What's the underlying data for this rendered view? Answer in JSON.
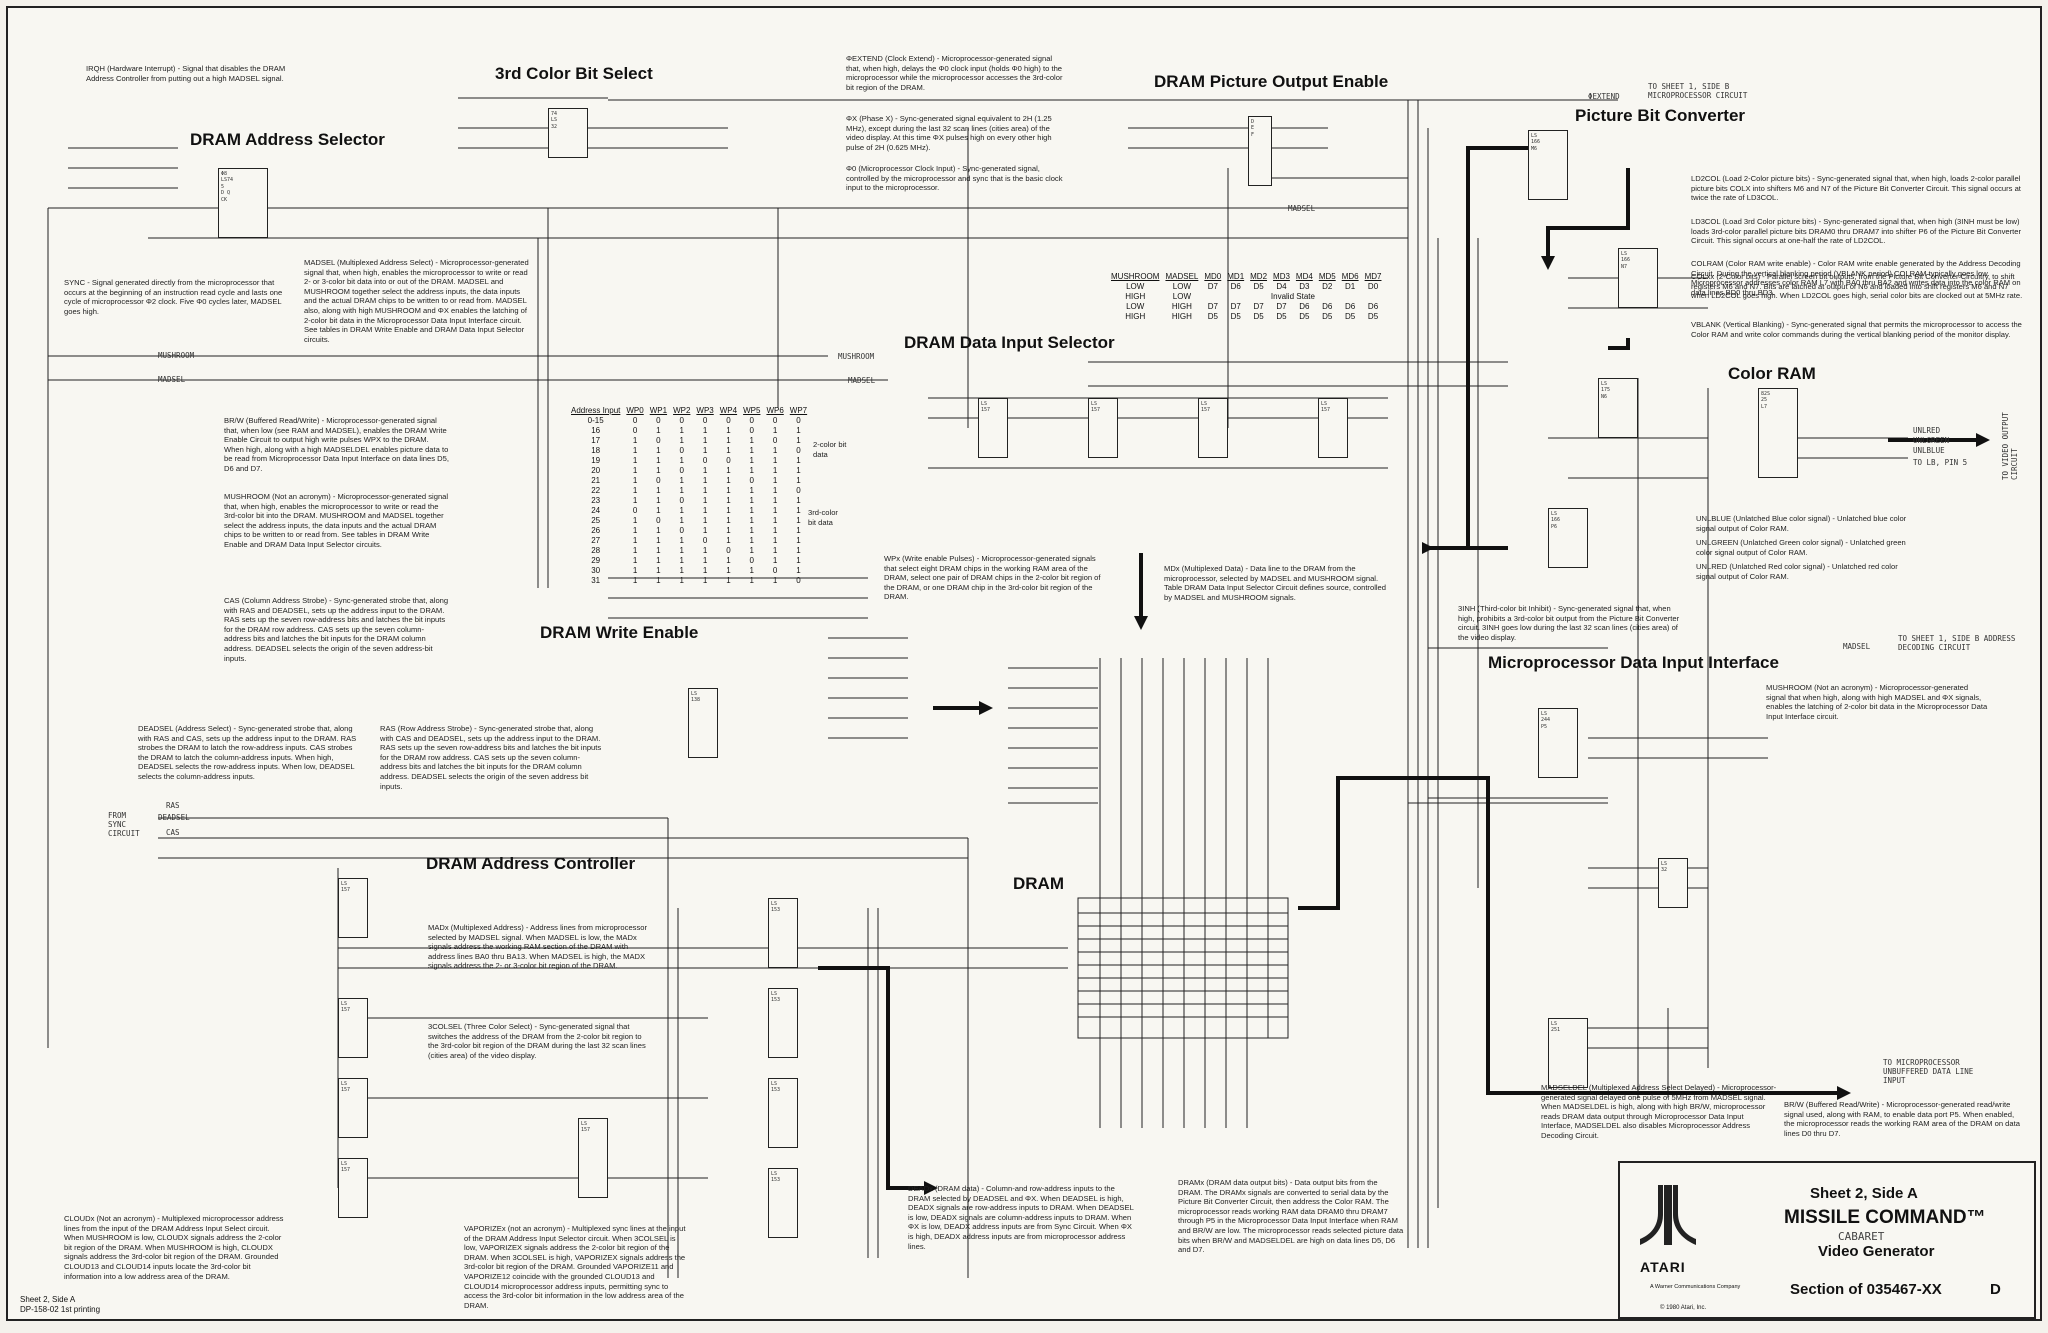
{
  "titles": {
    "address_selector": "DRAM Address Selector",
    "color_bit_select": "3rd Color Bit Select",
    "picture_output_enable": "DRAM Picture Output Enable",
    "picture_bit_converter": "Picture Bit Converter",
    "data_input_selector": "DRAM Data Input Selector",
    "color_ram": "Color RAM",
    "write_enable": "DRAM Write Enable",
    "micro_data_input": "Microprocessor Data Input Interface",
    "address_controller": "DRAM Address Controller",
    "dram": "DRAM"
  },
  "notes": {
    "irqh": "IRQH (Hardware Interrupt) - Signal that disables the DRAM Address Controller from putting out a high MADSEL signal.",
    "extend": "ΦEXTEND (Clock Extend) - Microprocessor-generated signal that, when high, delays the Φ0 clock input (holds Φ0 high) to the microprocessor while the microprocessor accesses the 3rd-color bit region of the DRAM.",
    "phix": "ΦX (Phase X) - Sync-generated signal equivalent to 2H (1.25 MHz), except during the last 32 scan lines (cities area) of the video display. At this time ΦX pulses high on every other high pulse of 2H (0.625 MHz).",
    "phi0": "Φ0 (Microprocessor Clock Input) - Sync-generated signal, controlled by the microprocessor and sync that is the basic clock input to the microprocessor.",
    "sync": "SYNC - Signal generated directly from the microprocessor that occurs at the beginning of an instruction read cycle and lasts one cycle of microprocessor Φ2 clock. Five Φ0 cycles later, MADSEL goes high.",
    "madsel": "MADSEL (Multiplexed Address Select) - Microprocessor-generated signal that, when high, enables the microprocessor to write or read 2- or 3-color bit data into or out of the DRAM. MADSEL and MUSHROOM together select the address inputs, the data inputs and the actual DRAM chips to be written to or read from. MADSEL also, along with high MUSHROOM and ΦX enables the latching of 2-color bit data in the Microprocessor Data Input Interface circuit. See tables in DRAM Write Enable and DRAM Data Input Selector circuits.",
    "brw": "BR/W (Buffered Read/Write) - Microprocessor-generated signal that, when low (see RAM and MADSEL), enables the DRAM Write Enable Circuit to output high write pulses WPX to the DRAM. When high, along with a high MADSELDEL enables picture data to be read from Microprocessor Data Input Interface on data lines D5, D6 and D7.",
    "mushroom": "MUSHROOM (Not an acronym) - Microprocessor-generated signal that, when high, enables the microprocessor to write or read the 3rd-color bit into the DRAM. MUSHROOM and MADSEL together select the address inputs, the data inputs and the actual DRAM chips to be written to or read from. See tables in DRAM Write Enable and DRAM Data Input Selector circuits.",
    "cas": "CAS (Column Address Strobe) - Sync-generated strobe that, along with RAS and DEADSEL, sets up the address input to the DRAM. RAS sets up the seven row-address bits and latches the bit inputs for the DRAM row address. CAS sets up the seven column-address bits and latches the bit inputs for the DRAM column address. DEADSEL selects the origin of the seven address-bit inputs.",
    "deadsel": "DEADSEL (Address Select) - Sync-generated strobe that, along with RAS and CAS, sets up the address input to the DRAM. RAS strobes the DRAM to latch the row-address inputs. CAS strobes the DRAM to latch the column-address inputs. When high, DEADSEL selects the row-address inputs. When low, DEADSEL selects the column-address inputs.",
    "ras": "RAS (Row Address Strobe) - Sync-generated strobe that, along with CAS and DEADSEL, sets up the address input to the DRAM. RAS sets up the seven row-address bits and latches the bit inputs for the DRAM row address. CAS sets up the seven column-address bits and latches the bit inputs for the DRAM column address. DEADSEL selects the origin of the seven address bit inputs.",
    "wpx": "WPx (Write enable Pulses) - Microprocessor-generated signals that select eight DRAM chips in the working RAM area of the DRAM, select one pair of DRAM chips in the 2-color bit region of the DRAM, or one DRAM chip in the 3rd-color bit region of the DRAM.",
    "mdx_mux": "MDx (Multiplexed Data) - Data line to the DRAM from the microprocessor, selected by MADSEL and MUSHROOM signal. Table DRAM Data Input Selector Circuit defines source, controlled by MADSEL and MUSHROOM signals.",
    "ld2col": "LD2COL (Load 2-Color picture bits) - Sync-generated signal that, when high, loads 2-color parallel picture bits COLX into shifters M6 and N7 of the Picture Bit Converter Circuit. This signal occurs at twice the rate of LD3COL.",
    "ld3col": "LD3COL (Load 3rd Color picture bits) - Sync-generated signal that, when high (3INH must be low) loads 3rd-color parallel picture bits DRAM0 thru DRAM7 into shifter P6 of the Picture Bit Converter Circuit. This signal occurs at one-half the rate of LD2COL.",
    "colram": "COLRAM (Color RAM write enable) - Color RAM write enable generated by the Address Decoding Circuit. During the vertical blanking period (VBLANK period) COLRAM typically goes low. Microprocessor addresses color RAM L7 with BA0 thru BA2 and writes data into the color RAM on data lines BD0 thru BD3.",
    "colxx": "COLxx (2-Color bits) - Parallel screen bit outputs, from the Picture Bit Converter Circuitry, to shift registers M6 and N7. Bits are latched at output of N6 and loaded into shift registers M6 and N7 when LD2COL goes high. When LD2COL goes high, serial color bits are clocked out at 5MHz rate.",
    "vblank": "VBLANK (Vertical Blanking) - Sync-generated signal that permits the microprocessor to access the Color RAM and write color commands during the vertical blanking period of the monitor display.",
    "unlblue": "UNLBLUE (Unlatched Blue color signal) - Unlatched blue color signal output of Color RAM.",
    "unlgreen": "UNLGREEN (Unlatched Green color signal) - Unlatched green color signal output of Color RAM.",
    "unlred": "UNLRED (Unlatched Red color signal) - Unlatched red color signal output of Color RAM.",
    "inh3": "3INH (Third-color bit Inhibit) - Sync-generated signal that, when high, prohibits a 3rd-color bit output from the Picture Bit Converter circuit. 3INH goes low during the last 32 scan lines (cities area) of the video display.",
    "mushroom2": "MUSHROOM (Not an acronym) - Microprocessor-generated signal that when high, along with high MADSEL and ΦX signals, enables the latching of 2-color bit data in the Microprocessor Data Input Interface circuit.",
    "madx": "MADx (Multiplexed Address) - Address lines from microprocessor selected by MADSEL signal. When MADSEL is low, the MADx signals address the working RAM section of the DRAM with address lines BA0 thru BA13. When MADSEL is high, the MADX signals address the 2- or 3-color bit region of the DRAM.",
    "col3sel": "3COLSEL (Three Color Select) - Sync-generated signal that switches the address of the DRAM from the 2-color bit region to the 3rd-color bit region of the DRAM during the last 32 scan lines (cities area) of the video display.",
    "cloudx": "CLOUDx (Not an acronym) - Multiplexed microprocessor address lines from the input of the DRAM Address Input Select circuit. When MUSHROOM is low, CLOUDX signals address the 2-color bit region of the DRAM. When MUSHROOM is high, CLOUDX signals address the 3rd-color bit region of the DRAM. Grounded CLOUD13 and CLOUD14 inputs locate the 3rd-color bit information into a low address area of the DRAM.",
    "vaporizex": "VAPORIZEx (not an acronym) - Multiplexed sync lines at the input of the DRAM Address Input Selector circuit. When 3COLSEL is low, VAPORIZEX signals address the 2-color bit region of the DRAM. When 3COLSEL is high, VAPORIZEX signals address the 3rd-color bit region of the DRAM. Grounded VAPORIZE11 and VAPORIZE12 coincide with the grounded CLOUD13 and CLOUD14 microprocessor address inputs, permitting sync to access the 3rd-color bit information in the low address area of the DRAM.",
    "deadx": "DEADx (DRAM data) - Column-and row-address inputs to the DRAM selected by DEADSEL and ΦX. When DEADSEL is high, DEADX signals are row-address inputs to DRAM. When DEADSEL is low, DEADX signals are column-address inputs to DRAM. When ΦX is low, DEADX address inputs are from Sync Circuit. When ΦX is high, DEADX address inputs are from microprocessor address lines.",
    "dramx": "DRAMx (DRAM data output bits) - Data output bits from the DRAM. The DRAMx signals are converted to serial data by the Picture Bit Converter Circuit, then address the Color RAM. The microprocessor reads working RAM data DRAM0 thru DRAM7 through P5 in the Microprocessor Data Input Interface when RAM and BR/W are low. The microprocessor reads selected picture data bits when BR/W and MADSELDEL are high on data lines D5, D6 and D7.",
    "madseldel": "MADSELDEL (Multiplexed Address Select Delayed) - Microprocessor-generated signal delayed one pulse of 5MHz from MADSEL signal. When MADSELDEL is high, along with high BR/W, microprocessor reads DRAM data output through Microprocessor Data Input Interface, MADSELDEL also disables Microprocessor Address Decoding Circuit.",
    "brw2": "BR/W (Buffered Read/Write) - Microprocessor-generated read/write signal used, along with RAM, to enable data port P5. When enabled, the microprocessor reads the working RAM area of the DRAM on data lines D0 thru D7."
  },
  "signals": {
    "extend": "ΦEXTEND",
    "to_sheet1_micro": "TO SHEET 1, SIDE B MICROPROCESSOR CIRCUIT",
    "madsel": "MADSEL",
    "mushroom": "MUSHROOM",
    "to_video": "TO VIDEO OUTPUT CIRCUIT",
    "unlred": "UNLRED",
    "unlgreen": "UNLGREEN",
    "unlblue": "UNLBLUE",
    "to_lb": "TO LB, PIN 5",
    "to_sheet1_addr": "TO SHEET 1, SIDE B ADDRESS DECODING CIRCUIT",
    "to_micro_unbuf": "TO MICROPROCESSOR UNBUFFERED DATA LINE INPUT",
    "from_sync": "FROM SYNC CIRCUIT",
    "ras": "RAS",
    "deadsel": "DEADSEL",
    "cas": "CAS"
  },
  "mux_table": {
    "headers": [
      "MUSHROOM",
      "MADSEL",
      "MD0",
      "MD1",
      "MD2",
      "MD3",
      "MD4",
      "MD5",
      "MD6",
      "MD7"
    ],
    "rows": [
      [
        "LOW",
        "LOW",
        "D7",
        "D6",
        "D5",
        "D4",
        "D3",
        "D2",
        "D1",
        "D0"
      ],
      [
        "HIGH",
        "LOW",
        "",
        "",
        "",
        "Invalid State",
        "",
        "",
        "",
        ""
      ],
      [
        "LOW",
        "HIGH",
        "D7",
        "D7",
        "D7",
        "D7",
        "D6",
        "D6",
        "D6",
        "D6"
      ],
      [
        "HIGH",
        "HIGH",
        "D5",
        "D5",
        "D5",
        "D5",
        "D5",
        "D5",
        "D5",
        "D5"
      ]
    ]
  },
  "wp_table": {
    "headers": [
      "Address Input",
      "WP0",
      "WP1",
      "WP2",
      "WP3",
      "WP4",
      "WP5",
      "WP6",
      "WP7"
    ],
    "rows": [
      [
        "0-15",
        "0",
        "0",
        "0",
        "0",
        "0",
        "0",
        "0",
        "0"
      ],
      [
        "16",
        "0",
        "1",
        "1",
        "1",
        "1",
        "0",
        "1",
        "1"
      ],
      [
        "17",
        "1",
        "0",
        "1",
        "1",
        "1",
        "1",
        "0",
        "1"
      ],
      [
        "18",
        "1",
        "1",
        "0",
        "1",
        "1",
        "1",
        "1",
        "0"
      ],
      [
        "19",
        "1",
        "1",
        "1",
        "0",
        "0",
        "1",
        "1",
        "1"
      ],
      [
        "20",
        "1",
        "1",
        "0",
        "1",
        "1",
        "1",
        "1",
        "1"
      ],
      [
        "21",
        "1",
        "0",
        "1",
        "1",
        "1",
        "0",
        "1",
        "1"
      ],
      [
        "22",
        "1",
        "1",
        "1",
        "1",
        "1",
        "1",
        "1",
        "0"
      ],
      [
        "23",
        "1",
        "1",
        "0",
        "1",
        "1",
        "1",
        "1",
        "1"
      ],
      [
        "24",
        "0",
        "1",
        "1",
        "1",
        "1",
        "1",
        "1",
        "1"
      ],
      [
        "25",
        "1",
        "0",
        "1",
        "1",
        "1",
        "1",
        "1",
        "1"
      ],
      [
        "26",
        "1",
        "1",
        "0",
        "1",
        "1",
        "1",
        "1",
        "1"
      ],
      [
        "27",
        "1",
        "1",
        "1",
        "0",
        "1",
        "1",
        "1",
        "1"
      ],
      [
        "28",
        "1",
        "1",
        "1",
        "1",
        "0",
        "1",
        "1",
        "1"
      ],
      [
        "29",
        "1",
        "1",
        "1",
        "1",
        "1",
        "0",
        "1",
        "1"
      ],
      [
        "30",
        "1",
        "1",
        "1",
        "1",
        "1",
        "1",
        "0",
        "1"
      ],
      [
        "31",
        "1",
        "1",
        "1",
        "1",
        "1",
        "1",
        "1",
        "0"
      ]
    ],
    "brace1": "2-color bit data",
    "brace2": "3rd-color bit data"
  },
  "title_block": {
    "sheet": "Sheet 2, Side A",
    "game": "MISSILE COMMAND™",
    "handwritten": "CABARET",
    "subtitle": "Video Generator",
    "section": "Section of 035467-XX",
    "rev": "D",
    "brand": "ATARI",
    "company": "A Warner Communications Company",
    "copyright": "© 1980 Atari, Inc."
  },
  "footer": {
    "sheet": "Sheet 2, Side A",
    "dp": "DP-158-02   1st printing"
  }
}
